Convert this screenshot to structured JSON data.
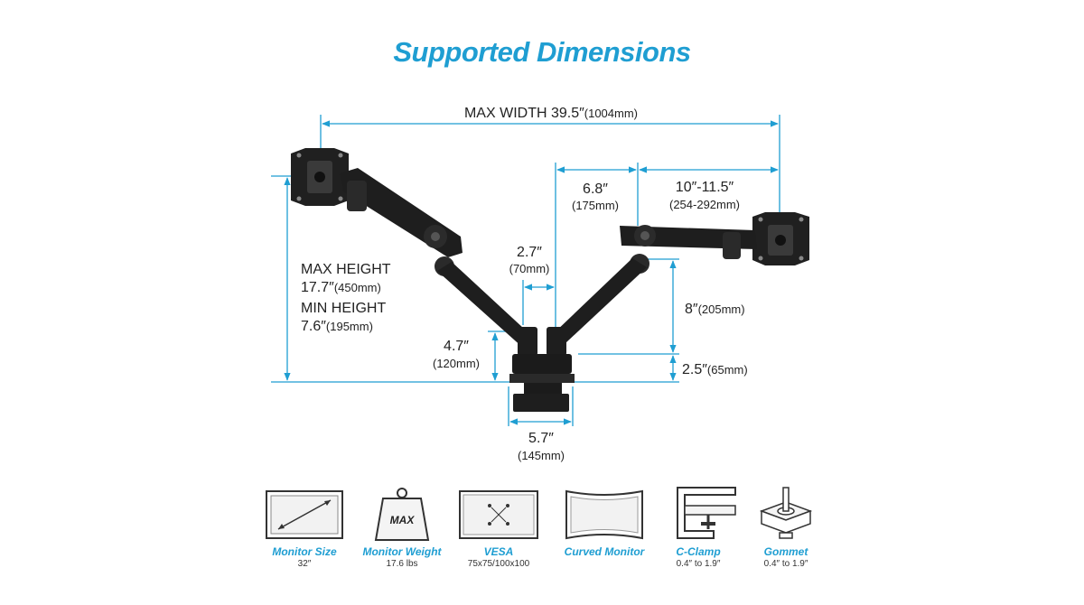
{
  "title": "Supported Dimensions",
  "dimensions": {
    "max_width": {
      "main": "MAX WIDTH 39.5″",
      "sub": "(1004mm)"
    },
    "arm_segment": {
      "main": "6.8″",
      "sub": "(175mm)"
    },
    "arm_reach": {
      "main": "10″-11.5″",
      "sub": "(254-292mm)"
    },
    "pole_offset": {
      "main": "2.7″",
      "sub": "(70mm)"
    },
    "max_height": {
      "line1": "MAX HEIGHT",
      "main": "17.7″",
      "sub": "(450mm)"
    },
    "min_height": {
      "line1": "MIN HEIGHT",
      "main": "7.6″",
      "sub": "(195mm)"
    },
    "base_height": {
      "main": "4.7″",
      "sub": "(120mm)"
    },
    "lift_height": {
      "main": "8″",
      "sub": "(205mm)"
    },
    "clamp_height": {
      "main": "2.5″",
      "sub": "(65mm)"
    },
    "base_width": {
      "main": "5.7″",
      "sub": "(145mm)"
    }
  },
  "specs": [
    {
      "label": "Monitor Size",
      "value": "32″",
      "icon": "monitor-size-icon"
    },
    {
      "label": "Monitor Weight",
      "value": "17.6 lbs",
      "icon": "weight-icon",
      "icon_text": "MAX"
    },
    {
      "label": "VESA",
      "value": "75x75/100x100",
      "icon": "vesa-icon"
    },
    {
      "label": "Curved Monitor",
      "value": "",
      "icon": "curved-monitor-icon"
    },
    {
      "label": "C-Clamp",
      "value": "0.4″ to 1.9″",
      "icon": "c-clamp-icon"
    },
    {
      "label": "Gommet",
      "value": "0.4″ to 1.9″",
      "icon": "grommet-icon"
    }
  ],
  "colors": {
    "accent": "#1f9ed2",
    "dimension_line": "#1f9ed2",
    "arm": "#1e1e1e"
  }
}
